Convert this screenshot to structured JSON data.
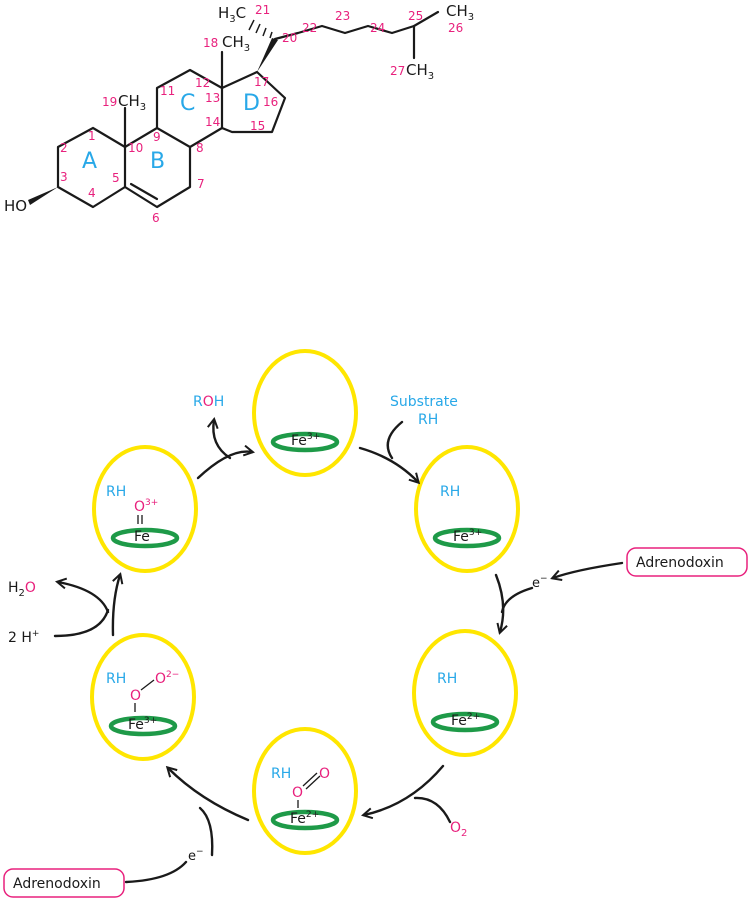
{
  "colors": {
    "label_pink": "#e8217d",
    "label_blue": "#28a8e8",
    "ring_yellow": "#ffe600",
    "heme_green": "#1e9a48",
    "bond_black": "#1a1a1a"
  },
  "cholesterol": {
    "ring_labels": [
      "A",
      "B",
      "C",
      "D"
    ],
    "carbon_numbers": [
      "1",
      "2",
      "3",
      "4",
      "5",
      "6",
      "7",
      "8",
      "9",
      "10",
      "11",
      "12",
      "13",
      "14",
      "15",
      "16",
      "17",
      "18",
      "19",
      "20",
      "21",
      "22",
      "23",
      "24",
      "25",
      "26",
      "27"
    ],
    "groups": {
      "hydroxyl": "HO",
      "c18": "CH",
      "c19": "CH",
      "c21": "H C",
      "c26": "CH",
      "c27": "CH",
      "sub3": "3"
    }
  },
  "cycle": {
    "states": [
      {
        "id": "resting",
        "rh": "",
        "ligand": "",
        "iron": "Fe",
        "charge": "3+"
      },
      {
        "id": "substrate-bound",
        "rh": "RH",
        "ligand": "",
        "iron": "Fe",
        "charge": "3+"
      },
      {
        "id": "reduced",
        "rh": "RH",
        "ligand": "",
        "iron": "Fe",
        "charge": "2+"
      },
      {
        "id": "oxy",
        "rh": "RH",
        "ligand": "O",
        "ligand2": "O",
        "iron": "Fe",
        "charge": "2+"
      },
      {
        "id": "peroxo",
        "rh": "RH",
        "ligand": "O",
        "ligand2": "O",
        "ligand2_charge": "2−",
        "iron": "Fe",
        "charge": "3+"
      },
      {
        "id": "ferryl",
        "rh": "RH",
        "ligand": "O",
        "ligand_charge": "3+",
        "iron": "Fe",
        "charge": ""
      }
    ],
    "labels": {
      "substrate": "Substrate",
      "substrate_rh": "RH",
      "product_r": "R",
      "product_o": "O",
      "product_h": "H",
      "adrenodoxin_right": "Adrenodoxin",
      "adrenodoxin_left": "Adrenodoxin",
      "electron_right": "e",
      "electron_left": "e",
      "electron_sup": "−",
      "oxygen": "O",
      "oxygen_sub": "2",
      "protons": "2 H",
      "protons_sup": "+",
      "water_h": "H",
      "water_sub": "2",
      "water_o": "O"
    }
  }
}
